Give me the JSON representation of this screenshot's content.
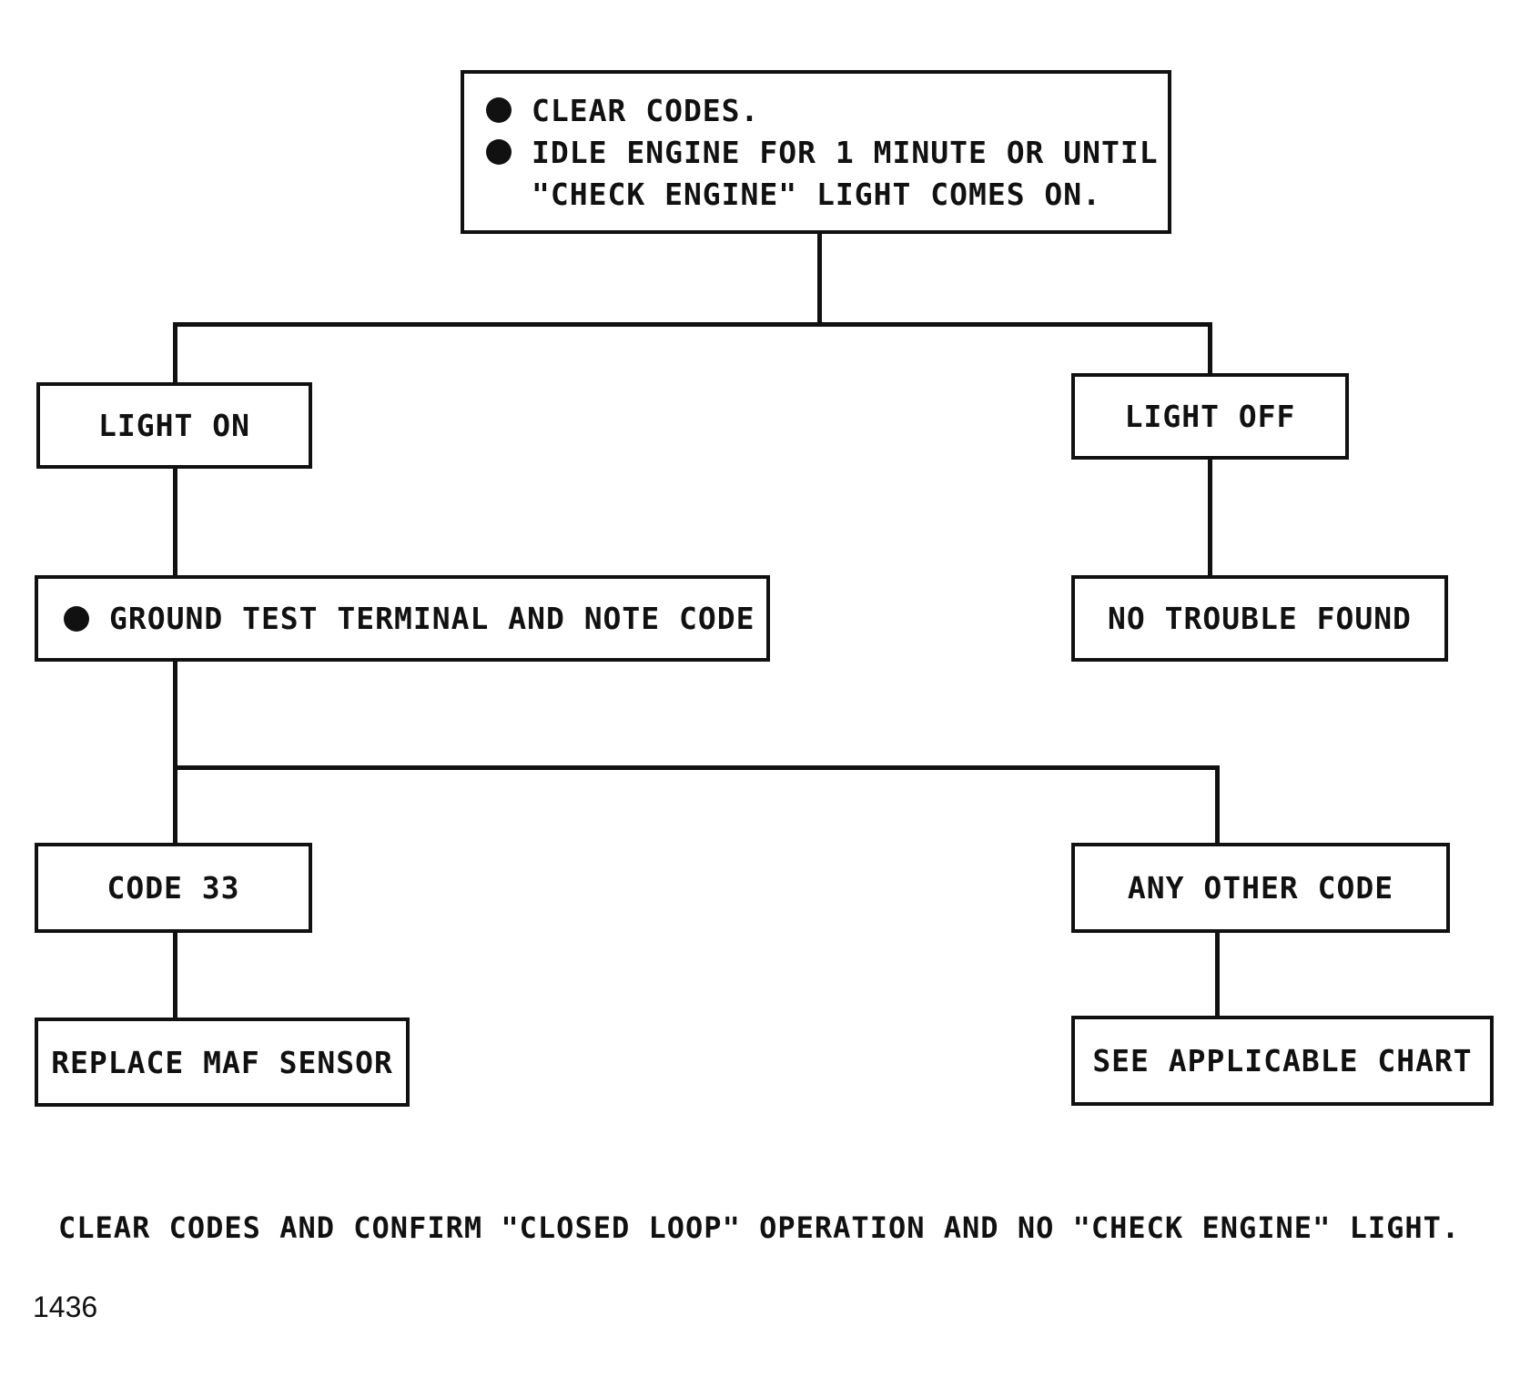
{
  "top_box": {
    "bullets": [
      "CLEAR CODES.",
      "IDLE ENGINE FOR 1 MINUTE OR UNTIL"
    ],
    "continuation": "\"CHECK ENGINE\" LIGHT COMES ON."
  },
  "light_on": "LIGHT ON",
  "light_off": "LIGHT OFF",
  "ground_test": "GROUND TEST TERMINAL AND NOTE CODE",
  "no_trouble": "NO TROUBLE FOUND",
  "code_33": "CODE 33",
  "any_other": "ANY OTHER CODE",
  "replace_maf": "REPLACE MAF SENSOR",
  "see_chart": "SEE APPLICABLE CHART",
  "footer_note": "CLEAR CODES AND CONFIRM \"CLOSED LOOP\" OPERATION AND NO \"CHECK ENGINE\" LIGHT.",
  "figure_number": "1436"
}
